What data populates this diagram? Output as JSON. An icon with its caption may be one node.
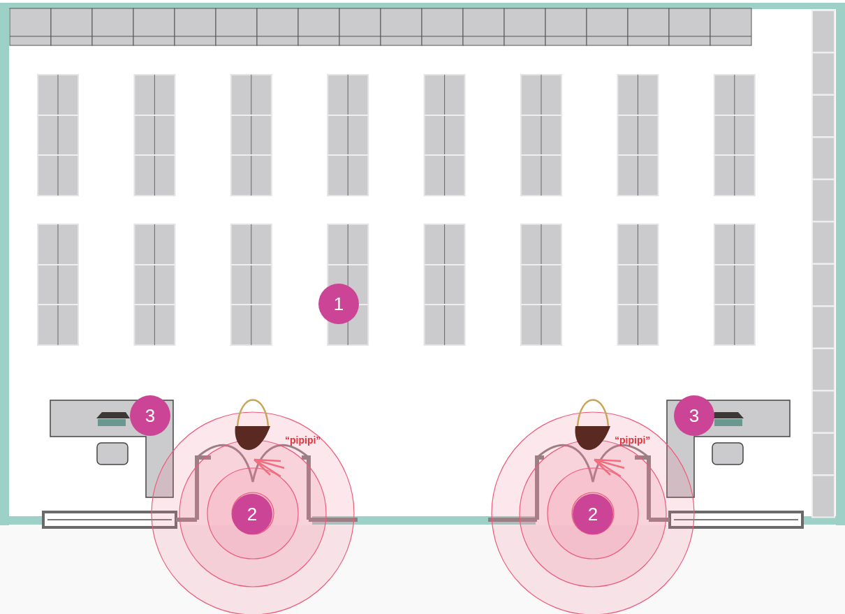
{
  "diagram": {
    "labels": [
      "1",
      "3",
      "3",
      "“pipipi”",
      "“pipipi”",
      "2",
      "2"
    ]
  }
}
